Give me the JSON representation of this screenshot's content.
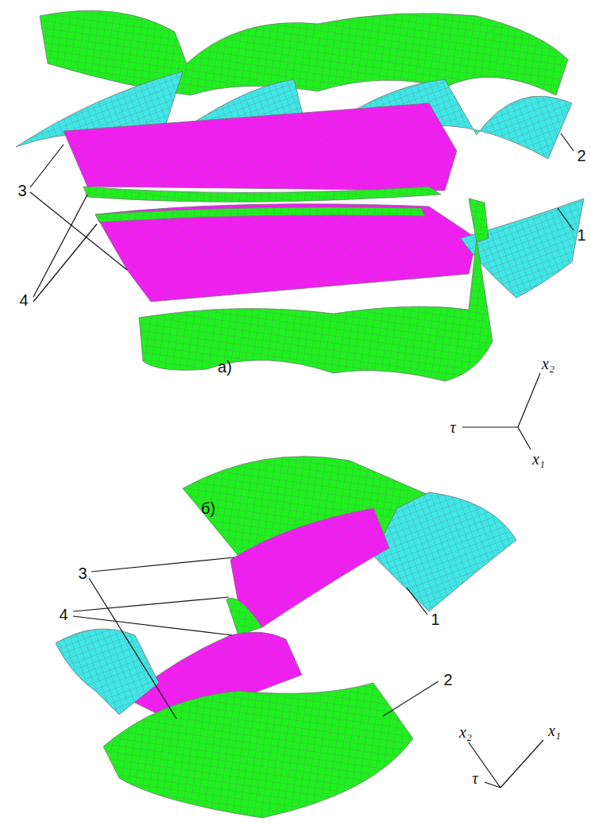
{
  "diagram": {
    "labels": [
      "3",
      "4",
      "2",
      "1",
      "а)",
      "x₂",
      "τ",
      "x₁",
      "б)",
      "3",
      "4",
      "1",
      "2",
      "x₂",
      "x₁",
      "τ"
    ]
  }
}
